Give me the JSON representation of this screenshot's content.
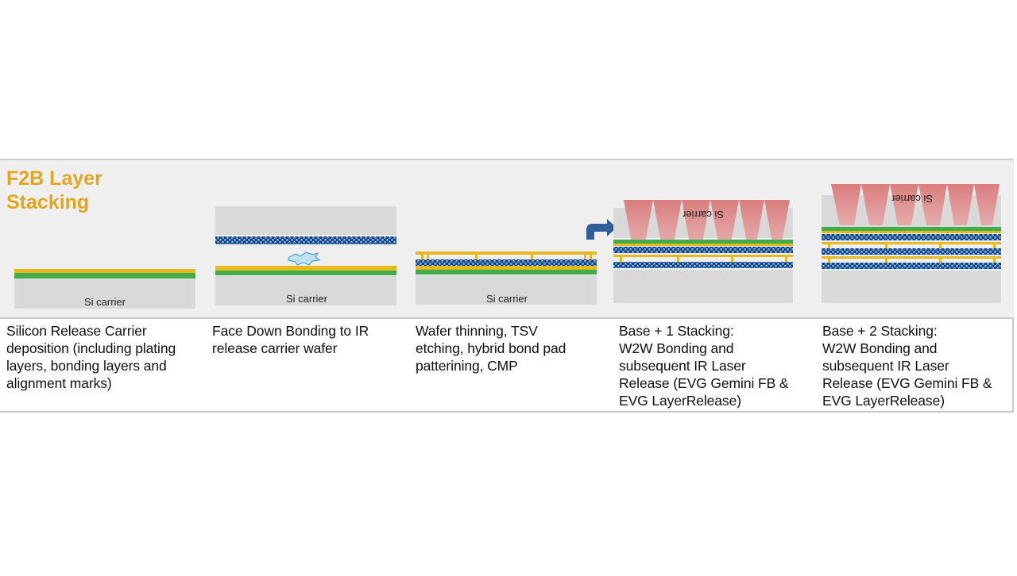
{
  "title": {
    "line1": "F2B Layer",
    "line2": "Stacking"
  },
  "steps": [
    {
      "caption": "Silicon Release Carrier\ndeposition (including plating\nlayers, bonding layers and\nalignment marks)",
      "carrier_label": "Si carrier"
    },
    {
      "caption": "Face Down Bonding to IR\nrelease carrier wafer",
      "carrier_label": "Si carrier"
    },
    {
      "caption": "Wafer thinning, TSV\netching, hybrid bond pad\npatterining, CMP",
      "carrier_label": "Si carrier"
    },
    {
      "caption": "Base + 1 Stacking:\nW2W Bonding and\nsubsequent IR Laser\nRelease (EVG Gemini FB &\nEVG LayerRelease)",
      "carrier_label": "Si carrier"
    },
    {
      "caption": "Base + 2 Stacking:\nW2W Bonding and\nsubsequent IR Laser\nRelease (EVG Gemini FB &\nEVG LayerRelease)",
      "carrier_label": "Si carrier"
    }
  ],
  "colors": {
    "title": "#e2a61e",
    "silicon": "#d9d9d9",
    "gold": "#e8b91e",
    "green": "#3fae49",
    "pattern_blue": "#3c73b4",
    "laser": "#dc8787",
    "arrow": "#2e5f98"
  }
}
